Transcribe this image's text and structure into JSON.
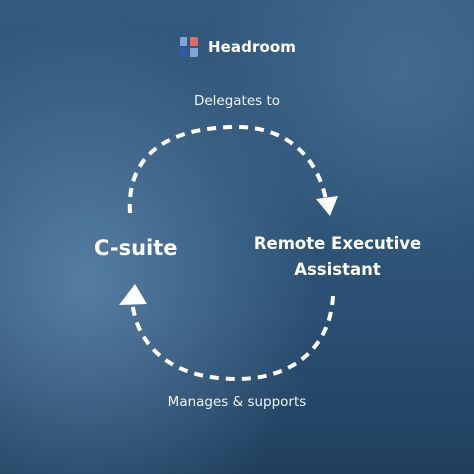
{
  "brand": {
    "name": "Headroom",
    "logo_icon": "headroom-logo-icon",
    "logo_colors": [
      "#e36a6a",
      "#7ea6d8",
      "#2f5aa8"
    ]
  },
  "diagram": {
    "top_label": "Delegates to",
    "bottom_label": "Manages & supports",
    "left_node": "C-suite",
    "right_node_line1": "Remote Executive",
    "right_node_line2": "Assistant",
    "arrow_color": "#ffffff",
    "background_color": "#2f5678"
  }
}
